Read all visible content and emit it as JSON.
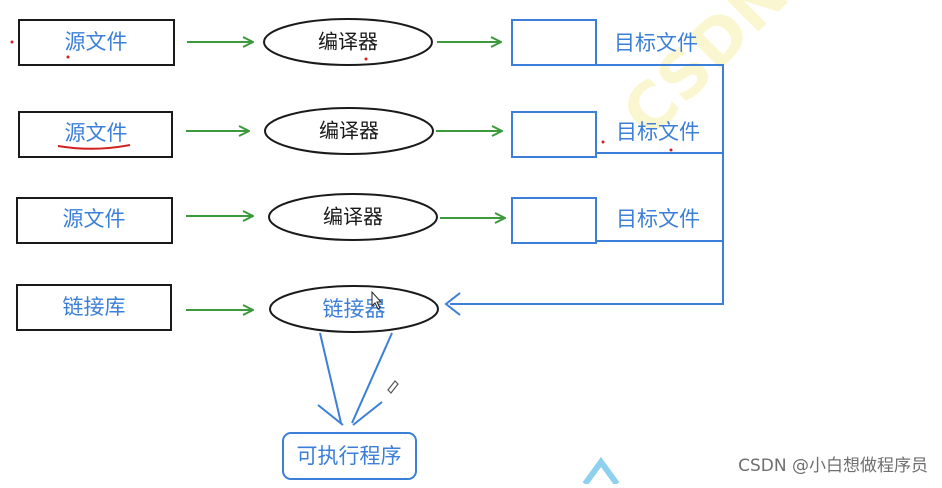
{
  "rows": [
    {
      "source": "源文件",
      "process": "编译器",
      "output": "目标文件"
    },
    {
      "source": "源文件",
      "process": "编译器",
      "output": "目标文件"
    },
    {
      "source": "源文件",
      "process": "编译器",
      "output": "目标文件"
    }
  ],
  "library": "链接库",
  "linker": "链接器",
  "result": "可执行程序",
  "watermark": "CSDN",
  "credit": "CSDN @小白想做程序员",
  "colors": {
    "source_box": "#1a1a1a",
    "output_box": "#3b7fd8",
    "arrow_green": "#3c9a3c",
    "blue_line": "#3b7fd8",
    "red_underline": "#d02020"
  }
}
